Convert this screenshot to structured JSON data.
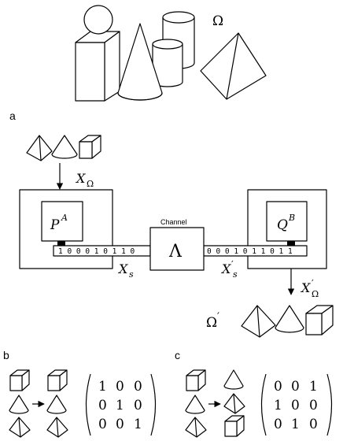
{
  "top": {
    "omega_label": "Ω"
  },
  "panel_a": {
    "label": "a",
    "x_omega": "X",
    "x_omega_sub": "Ω",
    "p_label": "P",
    "p_sup": "A",
    "q_label": "Q",
    "q_sup": "B",
    "channel_label": "Channel",
    "lambda": "Λ",
    "bits_left": "1 0 0 0 1 0 1 1 0",
    "bits_right": "0 0 0 1 0 1 1 0 1 1",
    "xs": "X",
    "xs_sub": "s",
    "xs_prime": "X",
    "xs_prime_sub": "s",
    "prime": "′",
    "x_omega_prime": "X",
    "x_omega_prime_sub": "Ω",
    "omega_prime": "Ω",
    "omega_prime_mark": "′"
  },
  "panel_b": {
    "label": "b",
    "matrix": [
      [
        "1",
        "0",
        "0"
      ],
      [
        "0",
        "1",
        "0"
      ],
      [
        "0",
        "0",
        "1"
      ]
    ]
  },
  "panel_c": {
    "label": "c",
    "matrix": [
      [
        "0",
        "0",
        "1"
      ],
      [
        "1",
        "0",
        "0"
      ],
      [
        "0",
        "1",
        "0"
      ]
    ]
  }
}
